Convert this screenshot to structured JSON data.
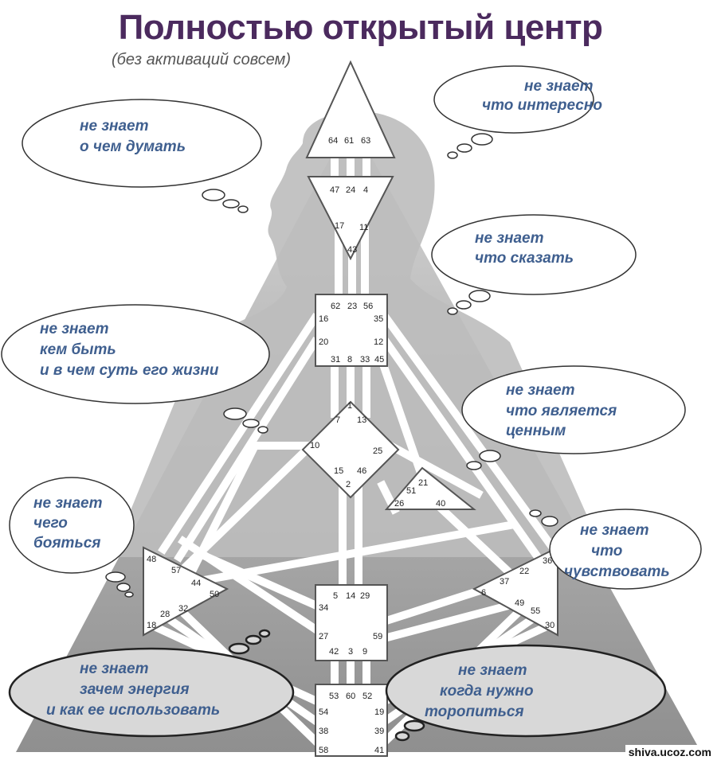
{
  "title": "Полностью открытый центр",
  "subtitle": "(без активаций совсем)",
  "watermark": "shiva.ucoz.com",
  "colors": {
    "title": "#4b2a5e",
    "bubble_text": "#3f5f8f",
    "background_triangle": "#9a9a9a",
    "silhouette": "#bdbdbd",
    "centers": "#ffffff"
  },
  "bubbles": [
    {
      "id": "head",
      "lines": [
        "не знает",
        "что интересно"
      ]
    },
    {
      "id": "ajna",
      "lines": [
        "не знает",
        "о чем думать"
      ]
    },
    {
      "id": "throat",
      "lines": [
        "не знает",
        "что сказать"
      ]
    },
    {
      "id": "g",
      "lines": [
        "не знает",
        "кем быть",
        "и в чем суть его жизни"
      ]
    },
    {
      "id": "ego",
      "lines": [
        "не знает",
        "что является",
        "ценным"
      ]
    },
    {
      "id": "spleen",
      "lines": [
        "не знает",
        "чего",
        "бояться"
      ]
    },
    {
      "id": "solar",
      "lines": [
        "не знает",
        "что",
        "чувствовать"
      ]
    },
    {
      "id": "root-left",
      "lines": [
        "не знает",
        "зачем энергия",
        "и как ее использовать"
      ]
    },
    {
      "id": "root-right",
      "lines": [
        "не знает",
        "когда нужно",
        "торопиться"
      ]
    }
  ],
  "gates": {
    "head": [
      "64",
      "61",
      "63"
    ],
    "ajna": [
      "47",
      "24",
      "4",
      "17",
      "11",
      "43"
    ],
    "throat": [
      "62",
      "23",
      "56",
      "16",
      "35",
      "20",
      "12",
      "31",
      "8",
      "33",
      "45"
    ],
    "g": [
      "1",
      "7",
      "13",
      "10",
      "25",
      "15",
      "46",
      "2"
    ],
    "ego": [
      "51",
      "21",
      "26",
      "40"
    ],
    "spleen": [
      "48",
      "57",
      "44",
      "50",
      "28",
      "32",
      "18"
    ],
    "solar": [
      "36",
      "22",
      "37",
      "6",
      "49",
      "55",
      "30"
    ],
    "sacral": [
      "5",
      "14",
      "29",
      "34",
      "27",
      "59",
      "42",
      "3",
      "9"
    ],
    "root": [
      "53",
      "60",
      "52",
      "54",
      "19",
      "38",
      "39",
      "58",
      "41"
    ]
  }
}
